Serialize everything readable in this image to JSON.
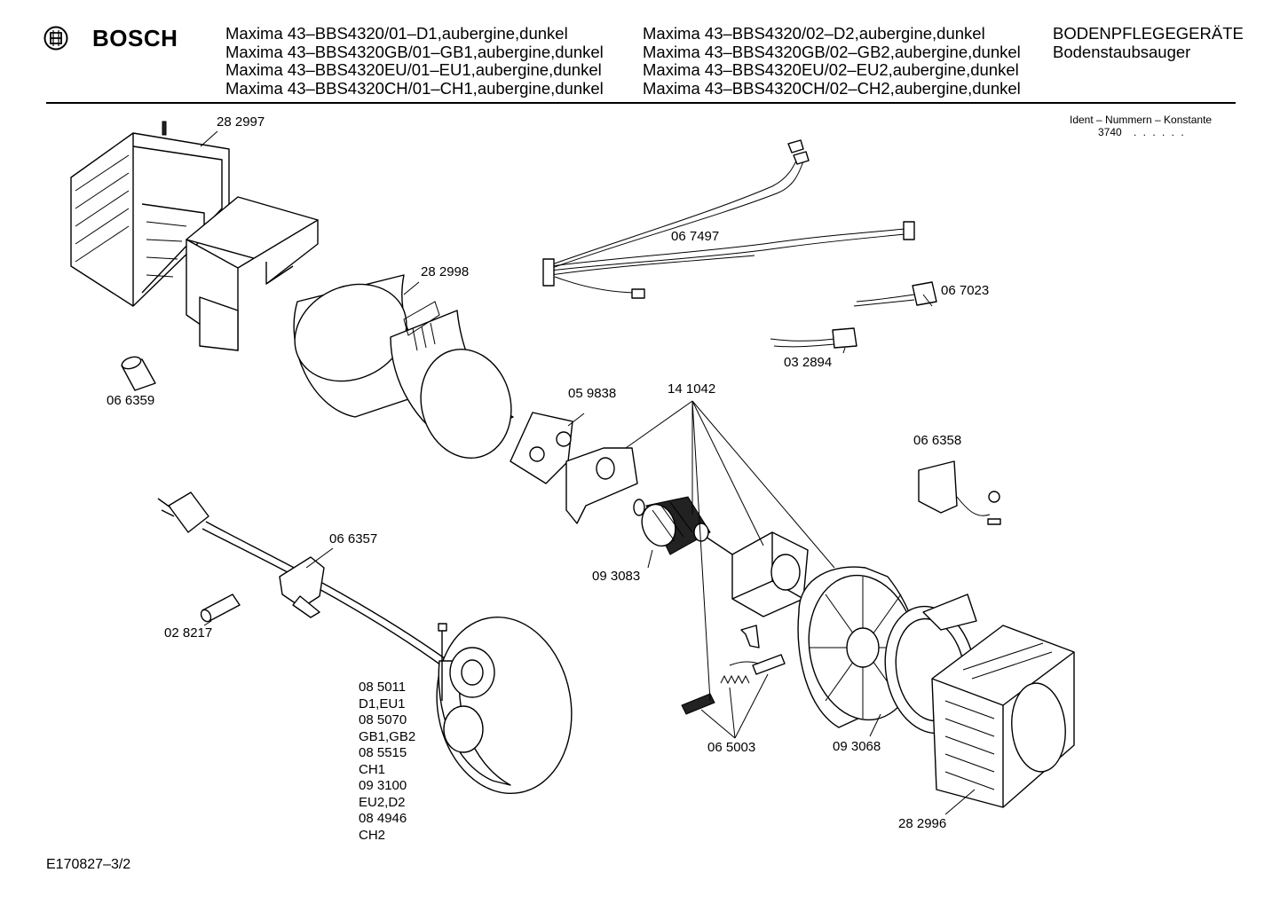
{
  "header": {
    "brand": "BOSCH",
    "models_left": [
      "Maxima 43–BBS4320/01–D1,aubergine,dunkel",
      "Maxima 43–BBS4320GB/01–GB1,aubergine,dunkel",
      "Maxima 43–BBS4320EU/01–EU1,aubergine,dunkel",
      "Maxima 43–BBS4320CH/01–CH1,aubergine,dunkel"
    ],
    "models_right": [
      "Maxima 43–BBS4320/02–D2,aubergine,dunkel",
      "Maxima 43–BBS4320GB/02–GB2,aubergine,dunkel",
      "Maxima 43–BBS4320EU/02–EU2,aubergine,dunkel",
      "Maxima 43–BBS4320CH/02–CH2,aubergine,dunkel"
    ],
    "category": "BODENPFLEGEGERÄTE",
    "subcategory": "Bodenstaubsauger"
  },
  "ident": {
    "label": "Ident – Nummern – Konstante",
    "value": "3740",
    "dots": ". .   . . . ."
  },
  "parts": {
    "p282997": "28 2997",
    "p282998": "28 2998",
    "p066359": "06 6359",
    "p067497": "06 7497",
    "p067023": "06 7023",
    "p032894": "03 2894",
    "p059838": "05 9838",
    "p141042": "14 1042",
    "p066358": "06 6358",
    "p066357": "06 6357",
    "p093083": "09 3083",
    "p028217": "02 8217",
    "p065003": "06 5003",
    "p093068": "09 3068",
    "p282996": "28 2996",
    "cord_variants": [
      "08 5011",
      "D1,EU1",
      "08 5070",
      "GB1,GB2",
      "08 5515",
      "CH1",
      "09 3100",
      "EU2,D2",
      "08 4946",
      "CH2"
    ]
  },
  "footer": {
    "code": "E170827–3/2"
  }
}
